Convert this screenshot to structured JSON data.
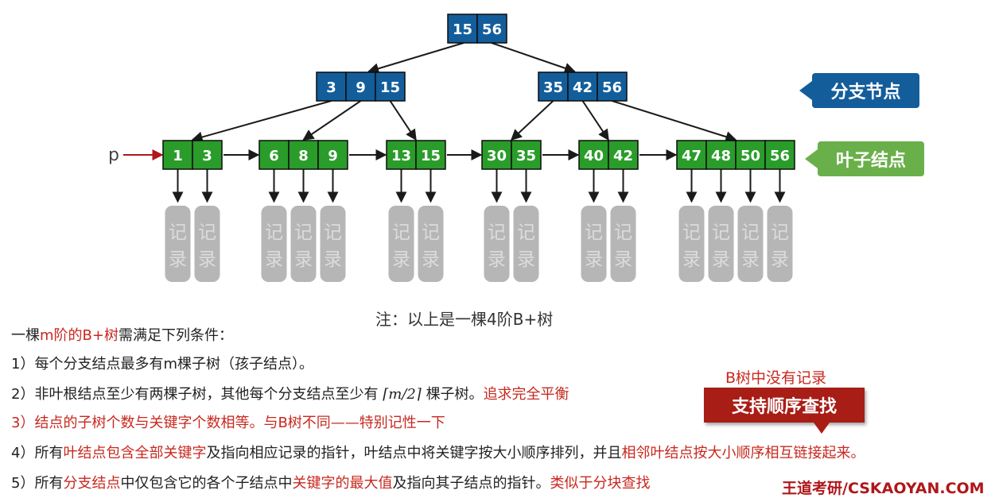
{
  "tree": {
    "pointer_label": "p",
    "root": {
      "keys": [
        "15",
        "56"
      ]
    },
    "branches": [
      {
        "keys": [
          "3",
          "9",
          "15"
        ]
      },
      {
        "keys": [
          "35",
          "42",
          "56"
        ]
      }
    ],
    "leaves": [
      {
        "keys": [
          "1",
          "3"
        ]
      },
      {
        "keys": [
          "6",
          "8",
          "9"
        ]
      },
      {
        "keys": [
          "13",
          "15"
        ]
      },
      {
        "keys": [
          "30",
          "35"
        ]
      },
      {
        "keys": [
          "40",
          "42"
        ]
      },
      {
        "keys": [
          "47",
          "48",
          "50",
          "56"
        ]
      }
    ],
    "record_chars": [
      "记",
      "录"
    ],
    "colors": {
      "branch": "#135d9b",
      "leaf": "#2a9c2a",
      "record": "#b6b6b6",
      "arrow": "#1a1a1a",
      "pointer": "#b0161a"
    }
  },
  "labels": {
    "branch_tag": "分支节点",
    "leaf_tag": "叶子结点",
    "note": "注：以上是一棵4阶B+树"
  },
  "rules": {
    "intro_pre": "一棵",
    "intro_red": "m阶的B+树",
    "intro_post": "需满足下列条件：",
    "r1": "1）每个分支结点最多有m棵子树（孩子结点）。",
    "r2_pre": "2）非叶根结点至少有两棵子树，其他每个分支结点至少有",
    "r2_math": "⌈m/2⌉",
    "r2_post": "棵子树。",
    "r2_note": "追求完全平衡",
    "r3_red": "3）结点的子树个数与关键字个数相等。",
    "r3_note": "与B树不同——特别记性一下",
    "r4_a": "4）所有",
    "r4_b": "叶结点包含全部关键字",
    "r4_c": "及指向相应记录的指针，叶结点中将关键字按大小顺序排列，并且",
    "r4_d": "相邻叶结点按大小顺序相互链接起来。",
    "r5_a": "5）所有",
    "r5_b": "分支结点",
    "r5_c": "中仅包含它的各个子结点中",
    "r5_d": "关键字的最大值",
    "r5_e": "及指向其子结点的指针。",
    "r5_note": "类似于分块查找"
  },
  "annotations": {
    "side_note": "B树中没有记录",
    "callout": "支持顺序查找",
    "watermark": "王道考研/CSKAOYAN.COM"
  }
}
